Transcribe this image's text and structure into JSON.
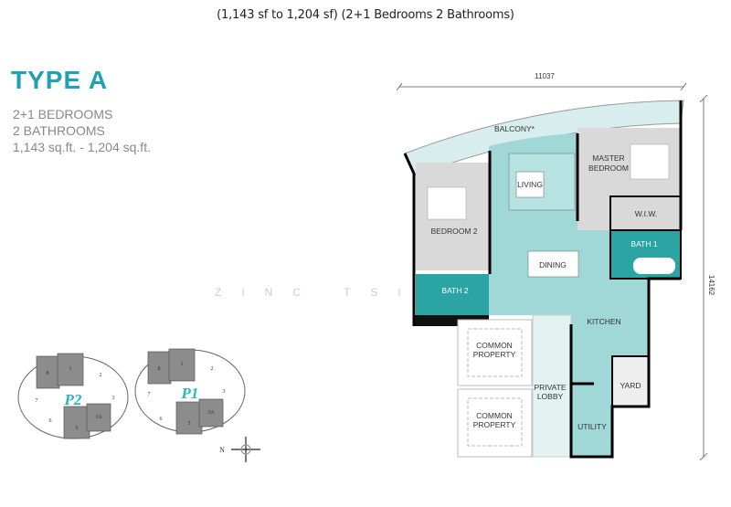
{
  "caption": "(1,143 sf to 1,204 sf) (2+1 Bedrooms 2 Bathrooms)",
  "unit": {
    "title": "TYPE A",
    "bedrooms": "2+1 BEDROOMS",
    "bathrooms": "2 BATHROOMS",
    "area": "1,143 sq.ft. - 1,204 sq.ft."
  },
  "dimensions": {
    "width": "11037",
    "depth": "14162"
  },
  "rooms": {
    "balcony": "BALCONY*",
    "living": "LIVING",
    "master_1": "MASTER",
    "master_2": "BEDROOM",
    "wiw": "W.I.W.",
    "bedroom2": "BEDROOM 2",
    "bath1": "BATH 1",
    "dining": "DINING",
    "bath2": "BATH 2",
    "kitchen": "KITCHEN",
    "common_1": "COMMON",
    "common_2": "PROPERTY",
    "lobby_1": "PRIVATE",
    "lobby_2": "LOBBY",
    "yard": "YARD",
    "utility": "UTILITY"
  },
  "watermark": "ZINC TSI",
  "keyplan": {
    "blocks": [
      "P2",
      "P1"
    ],
    "units": [
      "8",
      "1",
      "2",
      "3",
      "3A",
      "5",
      "6",
      "7"
    ],
    "compass": "N"
  },
  "colors": {
    "teal": "#1fa0b4",
    "room_teal": "#9fd8d6",
    "dark_teal": "#2aa5a3",
    "gray": "#d9d9d9"
  }
}
